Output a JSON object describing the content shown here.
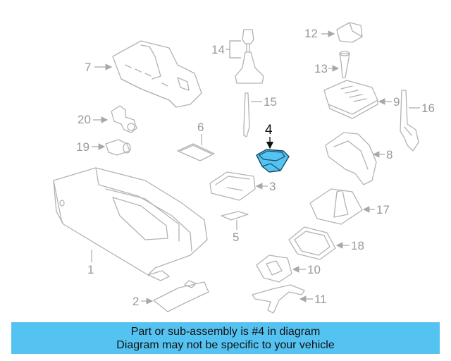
{
  "highlight_color": "#55c3f2",
  "highlighted_part": "4",
  "callouts": [
    "1",
    "2",
    "3",
    "4",
    "5",
    "6",
    "7",
    "8",
    "9",
    "10",
    "11",
    "12",
    "13",
    "14",
    "15",
    "16",
    "17",
    "18",
    "19",
    "20"
  ],
  "banner": {
    "line1": "Part or sub-assembly is #4 in diagram",
    "line2": "Diagram may not be specific to your vehicle"
  }
}
